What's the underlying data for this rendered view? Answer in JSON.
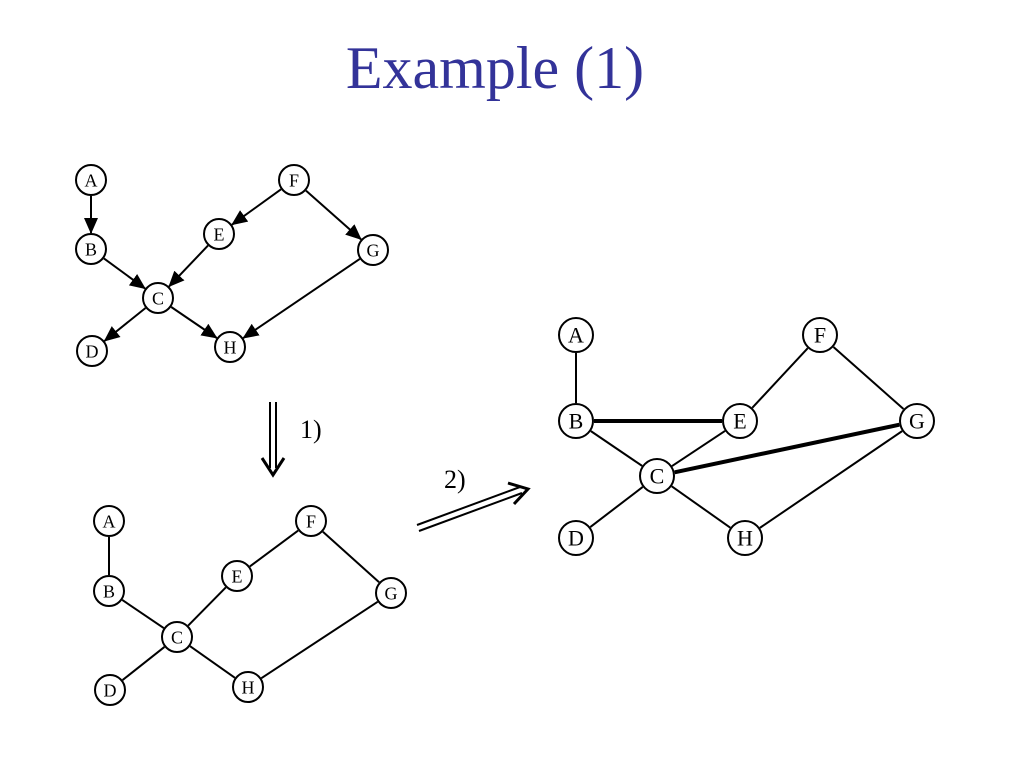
{
  "title": "Example (1)",
  "colors": {
    "title": "#333399",
    "ink": "#000000",
    "background": "#ffffff"
  },
  "steps": [
    {
      "id": "step1",
      "label": "1)"
    },
    {
      "id": "step2",
      "label": "2)"
    }
  ],
  "graphs": [
    {
      "id": "directed",
      "edge_style": "directed",
      "nodes": [
        "A",
        "B",
        "C",
        "D",
        "E",
        "F",
        "G",
        "H"
      ],
      "edges": [
        [
          "A",
          "B"
        ],
        [
          "B",
          "C"
        ],
        [
          "E",
          "C"
        ],
        [
          "F",
          "E"
        ],
        [
          "F",
          "G"
        ],
        [
          "C",
          "D"
        ],
        [
          "C",
          "H"
        ],
        [
          "G",
          "H"
        ]
      ]
    },
    {
      "id": "moral-skeleton",
      "edge_style": "undirected",
      "nodes": [
        "A",
        "B",
        "C",
        "D",
        "E",
        "F",
        "G",
        "H"
      ],
      "edges": [
        [
          "A",
          "B"
        ],
        [
          "B",
          "C"
        ],
        [
          "C",
          "E"
        ],
        [
          "E",
          "F"
        ],
        [
          "F",
          "G"
        ],
        [
          "C",
          "D"
        ],
        [
          "C",
          "H"
        ],
        [
          "G",
          "H"
        ]
      ]
    },
    {
      "id": "moralized",
      "edge_style": "undirected",
      "nodes": [
        "A",
        "B",
        "C",
        "D",
        "E",
        "F",
        "G",
        "H"
      ],
      "edges": [
        [
          "A",
          "B"
        ],
        [
          "B",
          "C"
        ],
        [
          "C",
          "E"
        ],
        [
          "E",
          "F"
        ],
        [
          "F",
          "G"
        ],
        [
          "C",
          "D"
        ],
        [
          "C",
          "H"
        ],
        [
          "G",
          "H"
        ]
      ],
      "added_edges": [
        [
          "B",
          "E"
        ],
        [
          "C",
          "G"
        ]
      ]
    }
  ]
}
